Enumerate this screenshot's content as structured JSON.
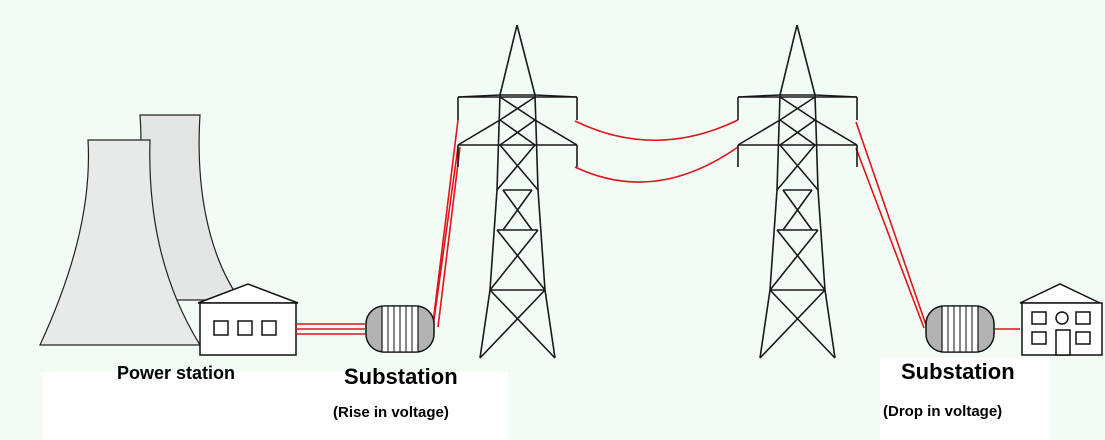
{
  "labels": {
    "power_station": "Power station",
    "substation_left": "Substation",
    "substation_left_note": "(Rise in voltage)",
    "substation_right": "Substation",
    "substation_right_note": "(Drop in voltage)"
  },
  "colors": {
    "background": "#f3fbf5",
    "line": "#e0141c",
    "structure": "#1a1a1a",
    "tower_fill": "#e2e4e4",
    "transformer_fill": "#b3b3b3"
  },
  "icons": [
    "cooling-tower-icon",
    "power-station-building-icon",
    "transformer-icon",
    "pylon-icon",
    "house-icon"
  ]
}
